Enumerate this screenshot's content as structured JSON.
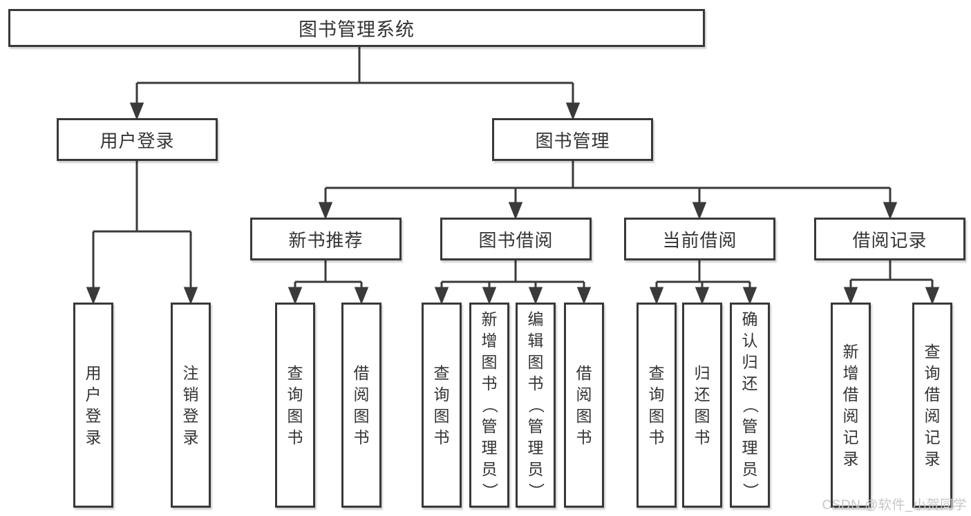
{
  "title": "图书管理系统",
  "watermark": "CSDN @软件_小贺同学",
  "colors": {
    "line": "#3a3a3a",
    "text": "#333333",
    "background": "#ffffff",
    "watermark": "#c6c6c6"
  },
  "tree": {
    "root": "图书管理系统",
    "children": [
      {
        "label": "用户登录",
        "children": [
          {
            "label": "用户登录"
          },
          {
            "label": "注销登录"
          }
        ]
      },
      {
        "label": "图书管理",
        "children": [
          {
            "label": "新书推荐",
            "children": [
              {
                "label": "查询图书"
              },
              {
                "label": "借阅图书"
              }
            ]
          },
          {
            "label": "图书借阅",
            "children": [
              {
                "label": "查询图书"
              },
              {
                "label": "新增图书（管理员）"
              },
              {
                "label": "编辑图书（管理员）"
              },
              {
                "label": "借阅图书"
              }
            ]
          },
          {
            "label": "当前借阅",
            "children": [
              {
                "label": "查询图书"
              },
              {
                "label": "归还图书"
              },
              {
                "label": "确认归还（管理员）"
              }
            ]
          },
          {
            "label": "借阅记录",
            "children": [
              {
                "label": "新增借阅记录"
              },
              {
                "label": "查询借阅记录"
              }
            ]
          }
        ]
      }
    ]
  }
}
